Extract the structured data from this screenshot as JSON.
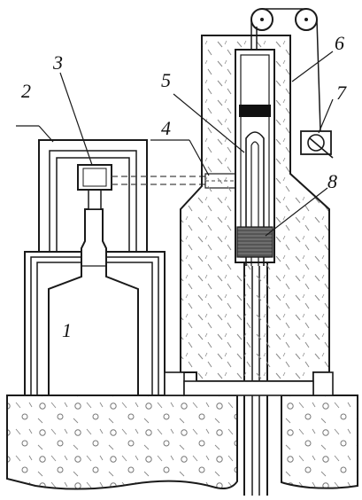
{
  "labels": {
    "l1": "1",
    "l2": "2",
    "l3": "3",
    "l4": "4",
    "l5": "5",
    "l6": "6",
    "l7": "7",
    "l8": "8"
  },
  "colors": {
    "line": "#1a1a1a",
    "background": "#ffffff",
    "hatch": "#7a7a7a",
    "dark_block": "#111111",
    "mid_band": "#555555"
  }
}
